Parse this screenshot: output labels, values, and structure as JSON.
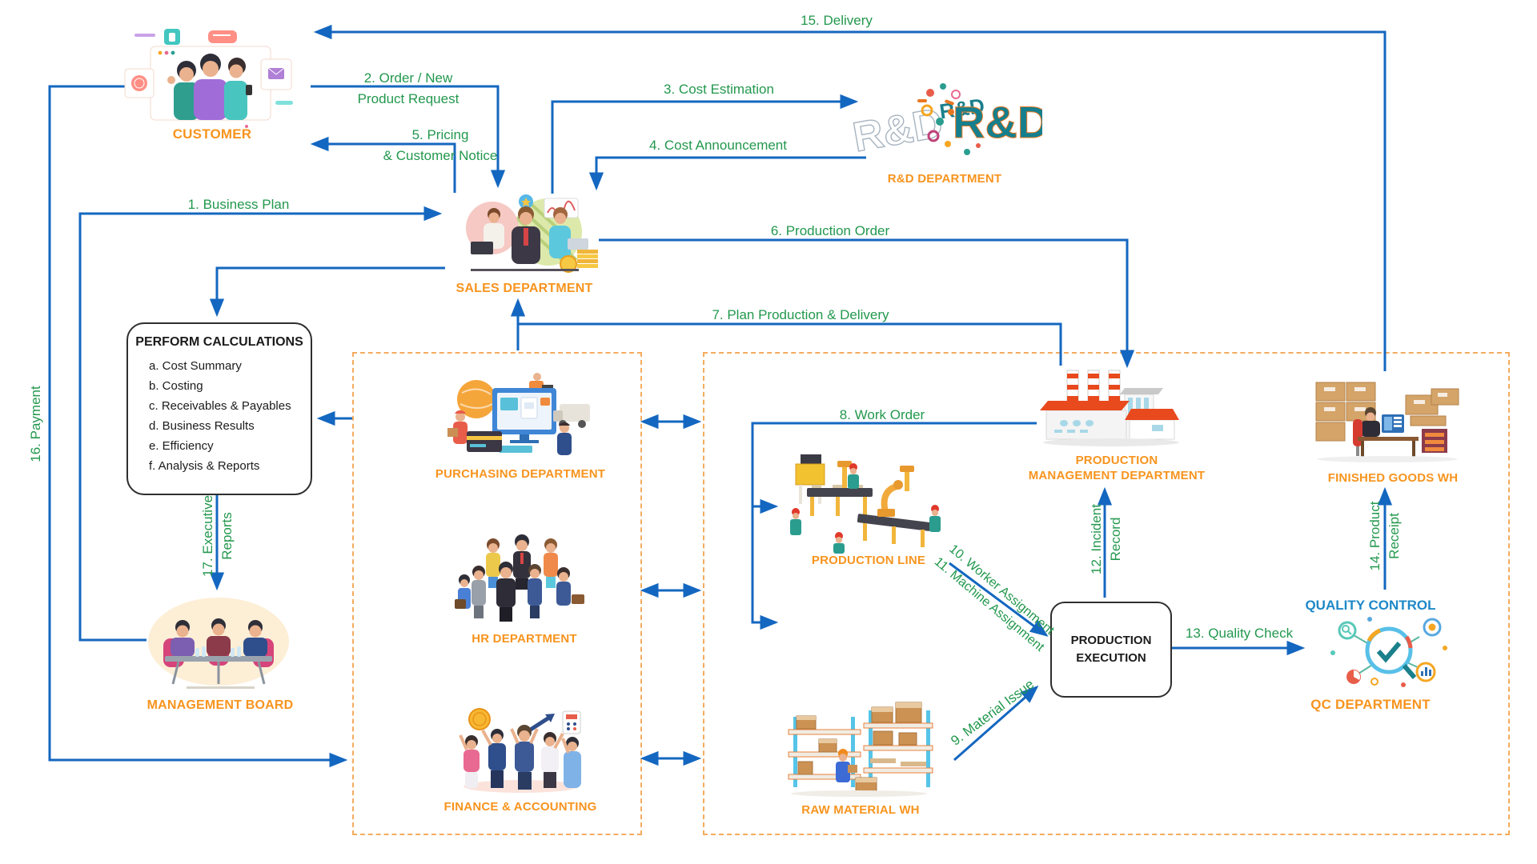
{
  "diagram": {
    "title_hint": "Manufacturing ERP business process flow",
    "colors": {
      "arrow": "#1467c0",
      "flow_label": "#23984e",
      "department_label": "#f7941e",
      "dashed_border": "#f4ab5e",
      "box_border": "#2e2e2e",
      "qc_title": "#1e88c7"
    },
    "nodes": {
      "customer": {
        "label": "CUSTOMER"
      },
      "rnd": {
        "label": "R&D DEPARTMENT",
        "logo": "R&D"
      },
      "sales": {
        "label": "SALES DEPARTMENT"
      },
      "purchasing": {
        "label": "PURCHASING DEPARTMENT"
      },
      "hr": {
        "label": "HR DEPARTMENT"
      },
      "finance": {
        "label": "FINANCE & ACCOUNTING"
      },
      "management_board": {
        "label": "MANAGEMENT BOARD"
      },
      "production_line": {
        "label": "PRODUCTION LINE"
      },
      "raw_material_wh": {
        "label": "RAW MATERIAL WH"
      },
      "production_management": {
        "line1": "PRODUCTION",
        "line2": "MANAGEMENT DEPARTMENT"
      },
      "finished_goods_wh": {
        "label": "FINISHED GOODS WH"
      },
      "production_execution": {
        "line1": "PRODUCTION",
        "line2": "EXECUTION"
      },
      "quality_control": {
        "title": "QUALITY CONTROL",
        "label": "QC DEPARTMENT"
      },
      "perform_calculations": {
        "title": "PERFORM CALCULATIONS",
        "items": [
          "a. Cost Summary",
          "b. Costing",
          "c. Receivables & Payables",
          "d. Business Results",
          "e. Efficiency",
          "f. Analysis & Reports"
        ]
      }
    },
    "flows": {
      "f1": {
        "label": "1. Business Plan"
      },
      "f2": {
        "line1": "2. Order / New",
        "line2": "Product Request"
      },
      "f3": {
        "label": "3. Cost Estimation"
      },
      "f4": {
        "label": "4. Cost Announcement"
      },
      "f5": {
        "line1": "5. Pricing",
        "line2": "& Customer Notice"
      },
      "f6": {
        "label": "6. Production Order"
      },
      "f7": {
        "label": "7. Plan Production & Delivery"
      },
      "f8": {
        "label": "8. Work Order"
      },
      "f9": {
        "label": "9. Material Issue"
      },
      "f10": {
        "label": "10. Worker Assignment"
      },
      "f11": {
        "label": "11. Machine Assignment"
      },
      "f12": {
        "line1": "12. Incident",
        "line2": "Record"
      },
      "f13": {
        "label": "13. Quality Check"
      },
      "f14": {
        "line1": "14. Product",
        "line2": "Receipt"
      },
      "f15": {
        "label": "15. Delivery"
      },
      "f16": {
        "label": "16. Payment"
      },
      "f17": {
        "line1": "17. Executive",
        "line2": "Reports"
      }
    }
  }
}
